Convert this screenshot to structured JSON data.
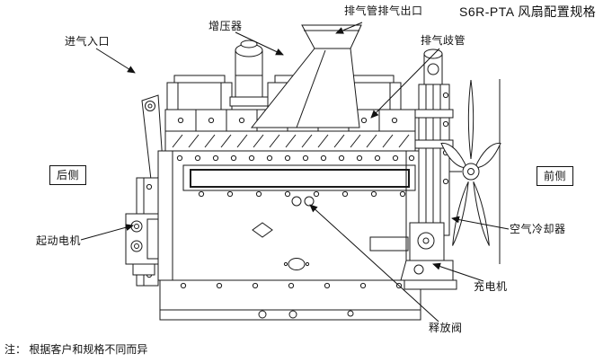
{
  "title": "S6R-PTA 风扇配置规格",
  "note": "注： 根据客户和规格不同而异",
  "labels": {
    "air_intake": "进气入口",
    "turbocharger": "增压器",
    "exhaust_pipe_outlet": "排气管排气出口",
    "exhaust_manifold": "排气歧管",
    "rear_side": "后侧",
    "front_side": "前侧",
    "starter_motor": "起动电机",
    "air_cooler": "空气冷却器",
    "battery_charger": "充电机",
    "release_valve": "释放阀"
  },
  "colors": {
    "line": "#1a1a1a",
    "background": "#ffffff"
  }
}
